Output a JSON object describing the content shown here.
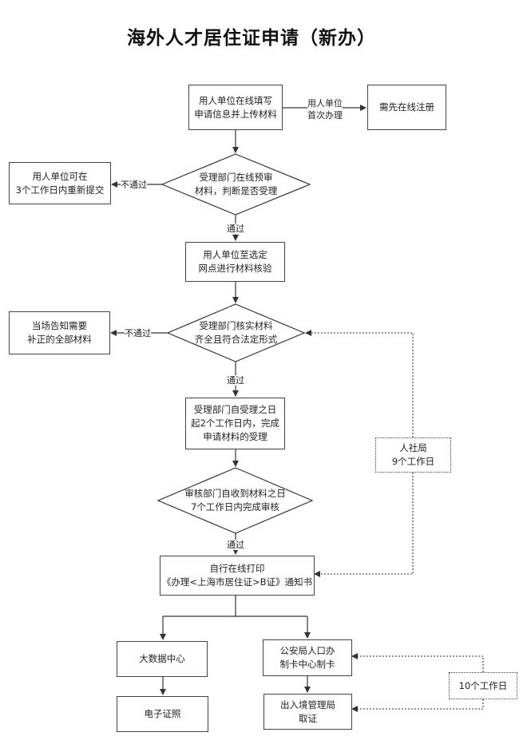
{
  "title": "海外人才居住证申请（新办）",
  "nodes": {
    "fill_upload": "用人单位在线填写\n申请信息并上传材料",
    "register": "需先在线注册",
    "resubmit": "用人单位可在\n3个工作日内重新提交",
    "prereview": "受理部门在线预审\n材料，判断是否受理",
    "outlet_verify": "用人单位至选定\n网点进行材料核验",
    "notify_supplement": "当场告知需要\n补正的全部材料",
    "check_complete": "受理部门核实材料\n齐全且符合法定形式",
    "accept_2days": "受理部门自受理之日\n起2个工作日内，完成\n申请材料的受理",
    "review_7days": "审核部门自收到材料之日\n7个工作日内完成审核",
    "hrsb": "人社局\n9个工作日",
    "print_notice": "自行在线打印\n《办理<上海市居住证>B证》通知书",
    "big_data": "大数据中心",
    "e_cert": "电子证照",
    "police_card": "公安局人口办\n制卡中心制卡",
    "ten_days": "10个工作日",
    "pickup": "出入境管理局\n取证"
  },
  "edge_labels": {
    "first_time": "用人单位\n首次办理",
    "reject1": "不通过",
    "pass1": "通过",
    "reject2": "不通过",
    "pass2": "通过",
    "pass3": "通过"
  }
}
